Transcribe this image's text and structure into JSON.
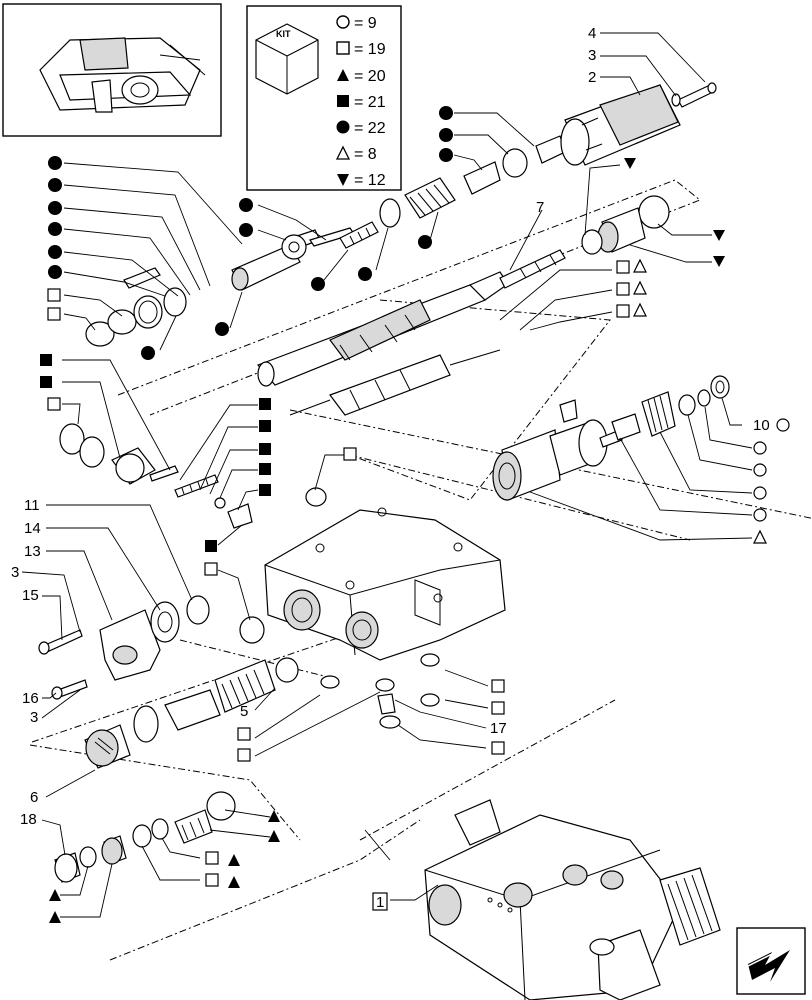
{
  "kit_legend": {
    "kit_label": "KIT",
    "entries": [
      {
        "symbol": "open-circle",
        "text": "= 9"
      },
      {
        "symbol": "open-square",
        "text": "= 19"
      },
      {
        "symbol": "filled-triangle",
        "text": "= 20"
      },
      {
        "symbol": "filled-square",
        "text": "= 21"
      },
      {
        "symbol": "filled-circle",
        "text": "= 22"
      },
      {
        "symbol": "open-triangle",
        "text": "= 8"
      },
      {
        "symbol": "filled-down-triangle",
        "text": "= 12"
      }
    ]
  },
  "callouts": {
    "n4": "4",
    "n3a": "3",
    "n2": "2",
    "n7": "7",
    "n10": "10",
    "n11": "11",
    "n14": "14",
    "n13": "13",
    "n3b": "3",
    "n15": "15",
    "n16": "16",
    "n3c": "3",
    "n5": "5",
    "n17": "17",
    "n6": "6",
    "n18": "18",
    "n1": "1"
  },
  "nav_icon": "arrow-back-icon",
  "colors": {
    "ink": "#000000",
    "paper": "#ffffff",
    "shade": "#d9d9d9"
  }
}
